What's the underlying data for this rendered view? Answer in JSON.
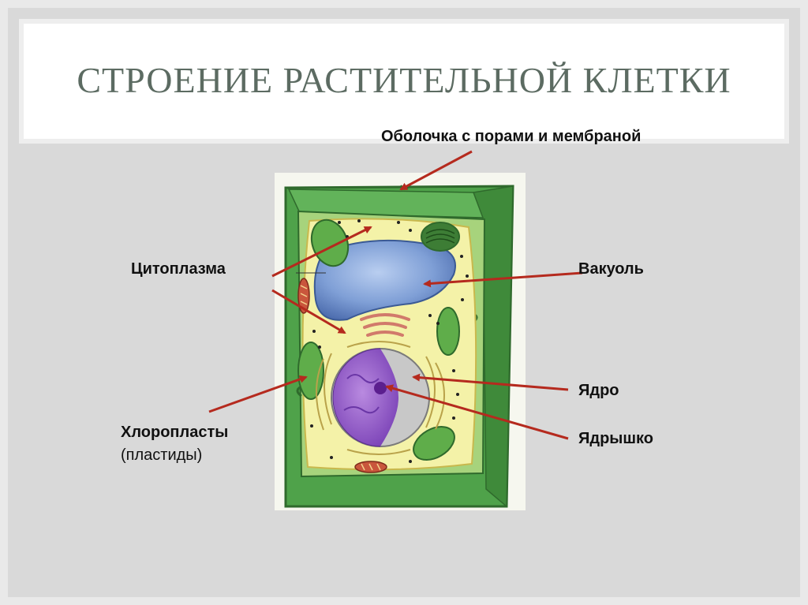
{
  "slide": {
    "title": "СТРОЕНИЕ РАСТИТЕЛЬНОЙ КЛЕТКИ"
  },
  "labels": {
    "wall": "Оболочка с порами и мембраной",
    "cytoplasm": "Цитоплазма",
    "vacuole": "Вакуоль",
    "nucleus": "Ядро",
    "nucleolus": "Ядрышко",
    "chloroplasts": "Хлоропласты",
    "chloroplasts_note": "(пластиды)"
  },
  "colors": {
    "arrow": "#b52a1e",
    "wall": "#4fa24a",
    "cytoplasm": "#f4f2a8",
    "vacuole": "#7f9fd6",
    "nucleus": "#9a63c9",
    "chloroplast": "#5fad4a"
  }
}
